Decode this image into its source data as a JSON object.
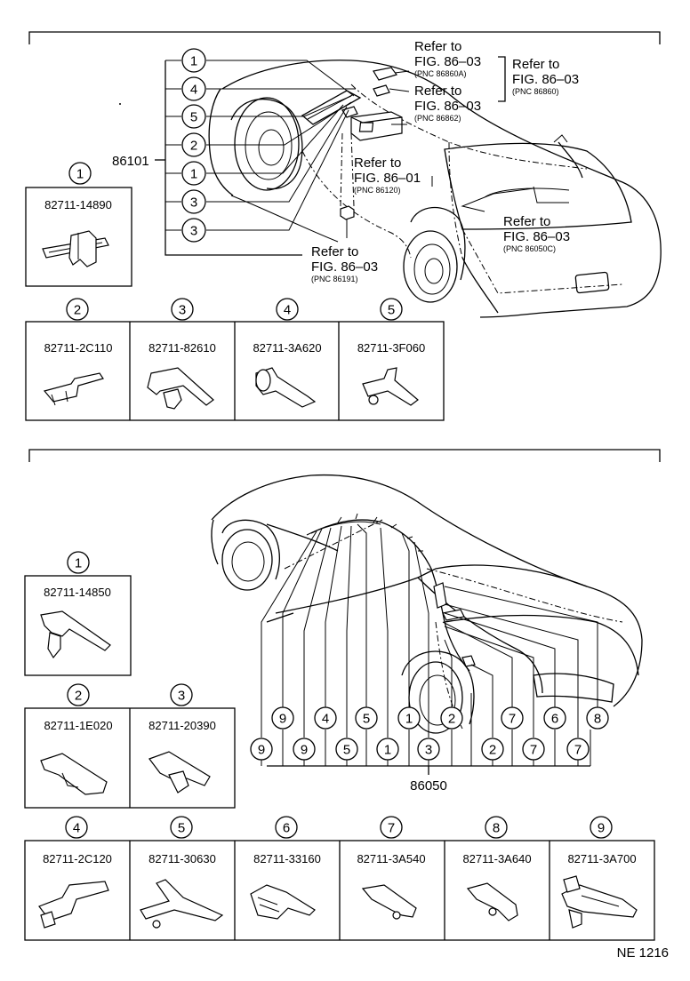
{
  "top": {
    "refs": [
      {
        "line1": "Refer to",
        "line2": "FIG. 86–03",
        "pnc": "(PNC 86860A)"
      },
      {
        "line1": "Refer to",
        "line2": "FIG. 86–03",
        "pnc": "(PNC 86862)"
      },
      {
        "line1": "Refer to",
        "line2": "FIG. 86–03",
        "pnc": "(PNC 86860)"
      },
      {
        "line1": "Refer to",
        "line2": "FIG. 86–01",
        "pnc": "(PNC 86120)"
      },
      {
        "line1": "Refer to",
        "line2": "FIG. 86–03",
        "pnc": "(PNC 86050C)"
      },
      {
        "line1": "Refer to",
        "line2": "FIG. 86–03",
        "pnc": "(PNC 86191)"
      }
    ],
    "assembly": "86101",
    "callouts": [
      "1",
      "4",
      "5",
      "2",
      "1",
      "3",
      "3"
    ],
    "parts": [
      {
        "n": "1",
        "pn": "82711-14890"
      },
      {
        "n": "2",
        "pn": "82711-2C110"
      },
      {
        "n": "3",
        "pn": "82711-82610"
      },
      {
        "n": "4",
        "pn": "82711-3A620"
      },
      {
        "n": "5",
        "pn": "82711-3F060"
      }
    ]
  },
  "bottom": {
    "assembly": "86050",
    "callouts_upper": [
      "9",
      "4",
      "5",
      "1",
      "2",
      "7",
      "6",
      "8"
    ],
    "callouts_lower": [
      "9",
      "9",
      "5",
      "1",
      "3",
      "2",
      "7",
      "7"
    ],
    "parts": [
      {
        "n": "1",
        "pn": "82711-14850"
      },
      {
        "n": "2",
        "pn": "82711-1E020"
      },
      {
        "n": "3",
        "pn": "82711-20390"
      },
      {
        "n": "4",
        "pn": "82711-2C120"
      },
      {
        "n": "5",
        "pn": "82711-30630"
      },
      {
        "n": "6",
        "pn": "82711-33160"
      },
      {
        "n": "7",
        "pn": "82711-3A540"
      },
      {
        "n": "8",
        "pn": "82711-3A640"
      },
      {
        "n": "9",
        "pn": "82711-3A700"
      }
    ]
  },
  "footer": {
    "code": "NE 1216"
  }
}
